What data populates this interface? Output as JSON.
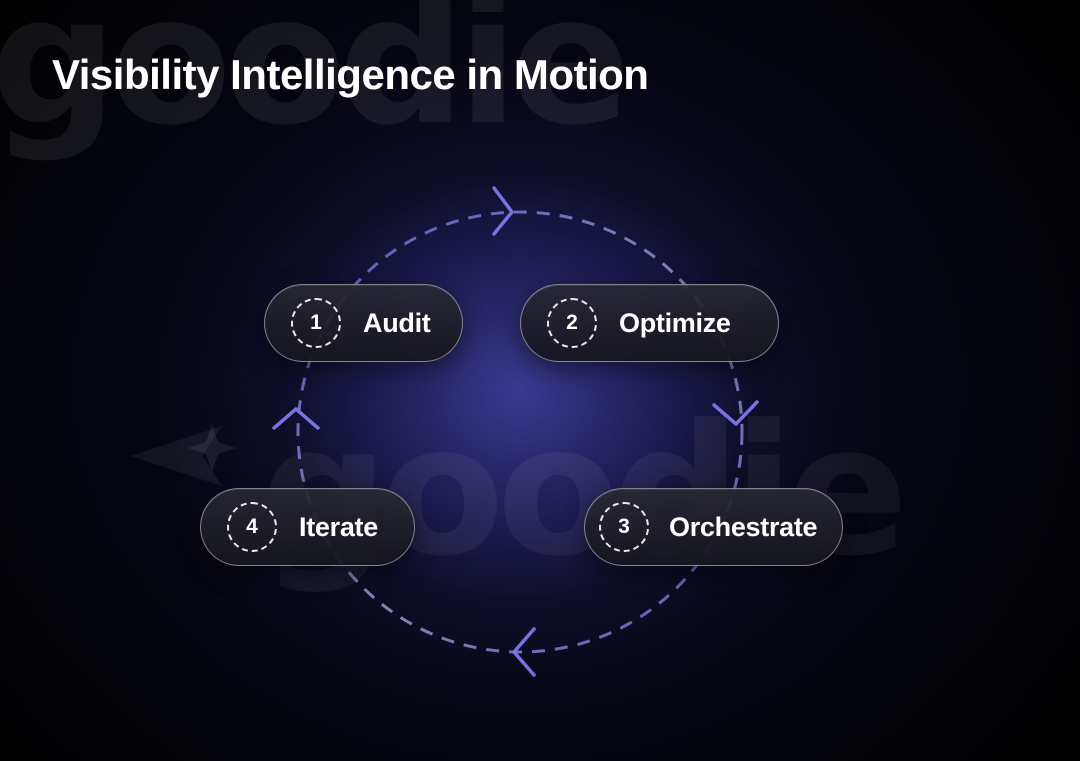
{
  "title": "Visibility Intelligence in Motion",
  "watermark": {
    "text": "goodie",
    "icon": "sparkle-arrow-logo-icon"
  },
  "colors": {
    "background": "#000000",
    "glow": "#3e3c96",
    "cycle_stroke": "#7a74d6",
    "text": "#ffffff",
    "pill_border": "#8a8a98"
  },
  "cycle": {
    "direction": "clockwise",
    "arrow_icon": "chevron-icon",
    "steps": [
      {
        "number": "1",
        "label": "Audit"
      },
      {
        "number": "2",
        "label": "Optimize"
      },
      {
        "number": "3",
        "label": "Orchestrate"
      },
      {
        "number": "4",
        "label": "Iterate"
      }
    ]
  }
}
